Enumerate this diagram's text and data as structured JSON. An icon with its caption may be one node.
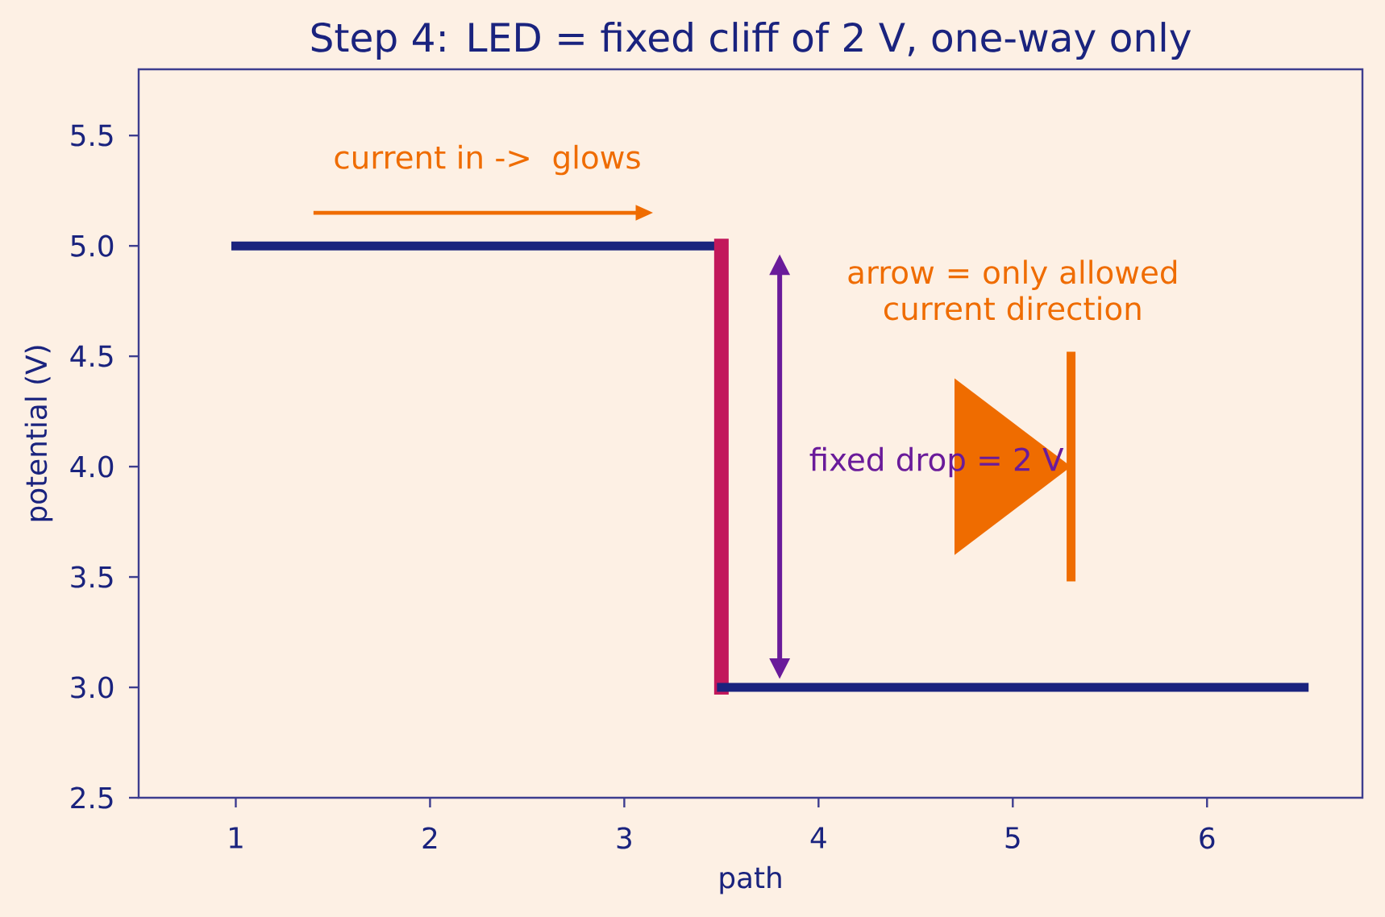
{
  "diagram": {
    "chart_data": {
      "type": "line",
      "title": "Step 4: LED = fixed cliff of 2 V, one-way only",
      "xlabel": "path",
      "ylabel": "potential (V)",
      "xlim": [
        0.5,
        6.8
      ],
      "ylim": [
        2.5,
        5.8
      ],
      "xticks": [
        1,
        2,
        3,
        4,
        5,
        6
      ],
      "yticks": [
        2.5,
        {
          "value": 3,
          "label": "3.0"
        },
        3.5,
        {
          "value": 4,
          "label": "4.0"
        },
        4.5,
        {
          "value": 5,
          "label": "5.0"
        },
        5.5
      ],
      "series": [
        {
          "color": "#1a237e",
          "x": [
            1,
            3.5
          ],
          "values": [
            5,
            5
          ]
        },
        {
          "color": "#c2185b",
          "x": [
            3.5,
            3.5
          ],
          "values": [
            3,
            5
          ]
        },
        {
          "color": "#1a237e",
          "x": [
            3.5,
            6.5
          ],
          "values": [
            3,
            3
          ]
        }
      ],
      "annotations": [
        "current in ->  glows",
        "fixed drop = 2 V",
        "arrow = only allowed current direction"
      ]
    }
  }
}
